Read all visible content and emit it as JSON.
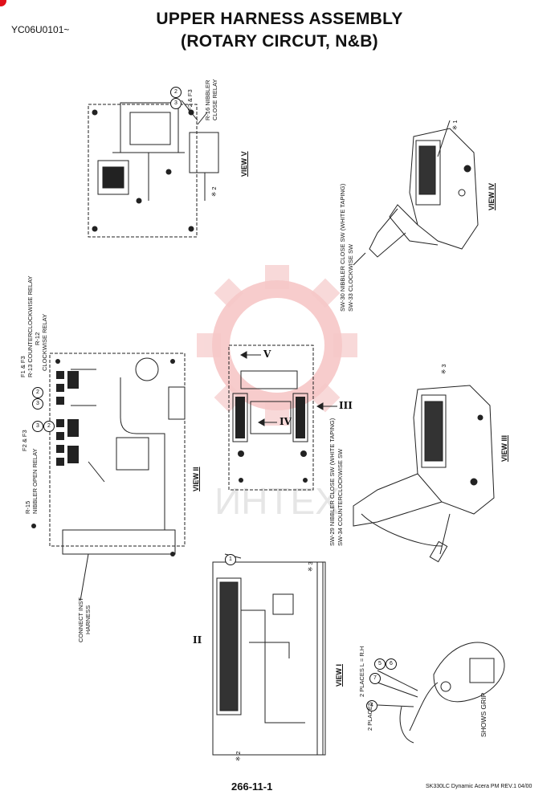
{
  "doc": {
    "code": "YC06U0101~",
    "title_line1": "UPPER HARNESS ASSEMBLY",
    "title_line2": "(ROTARY CIRCUT, N&B)",
    "page_number": "266-11-1",
    "footer_ref": "SK330LC Dynamic Acera PM REV.1 04/00",
    "watermark_text": "ИНТЕХ"
  },
  "view_v": {
    "label": "VIEW V",
    "f2f3": "F2 & F3",
    "relay": "R-16 NIBBLER CLOSE RELAY",
    "note": "※ 2"
  },
  "view_iv": {
    "label": "VIEW IV",
    "note": "※ 1",
    "switch_line1": "SW-30 NIBBLER CLOSE SW (WHITE TAPING)",
    "switch_line2": "SW-33 CLOCKWISE SW"
  },
  "view_ii": {
    "label": "VIEW II",
    "f1f3": "F1 & F3",
    "r13": "R-13 COUNTERCLOCKWISE RELAY",
    "r12_line1": "R-12",
    "r12_line2": "CLOCKWISE RELAY",
    "f2f3": "F2 & F3",
    "r15_line1": "R-15",
    "r15_line2": "NIBBLER OPEN RELAY",
    "connect_line1": "CONNECT INST",
    "connect_line2": "HARNESS"
  },
  "center": {
    "arrow_v": "V",
    "arrow_iv": "IV",
    "arrow_iii": "III"
  },
  "view_iii": {
    "label": "VIEW III",
    "note": "※ 3",
    "switch_line1": "SW-29 NIBBLER CLOSE SW (WHITE TAPING)",
    "switch_line2": "SW-34 COUNTERCLOCKWISE SW"
  },
  "view_i": {
    "label": "VIEW I",
    "roman_ii": "II",
    "note2": "※ 2",
    "note3": "※ 3"
  },
  "grip": {
    "places_rh": "2 PLACES L = R.H",
    "places": "2 PLACES",
    "shows_grip": "SHOWS GRIP"
  },
  "callouts": [
    "1",
    "2",
    "3",
    "4",
    "5",
    "6",
    "7"
  ]
}
